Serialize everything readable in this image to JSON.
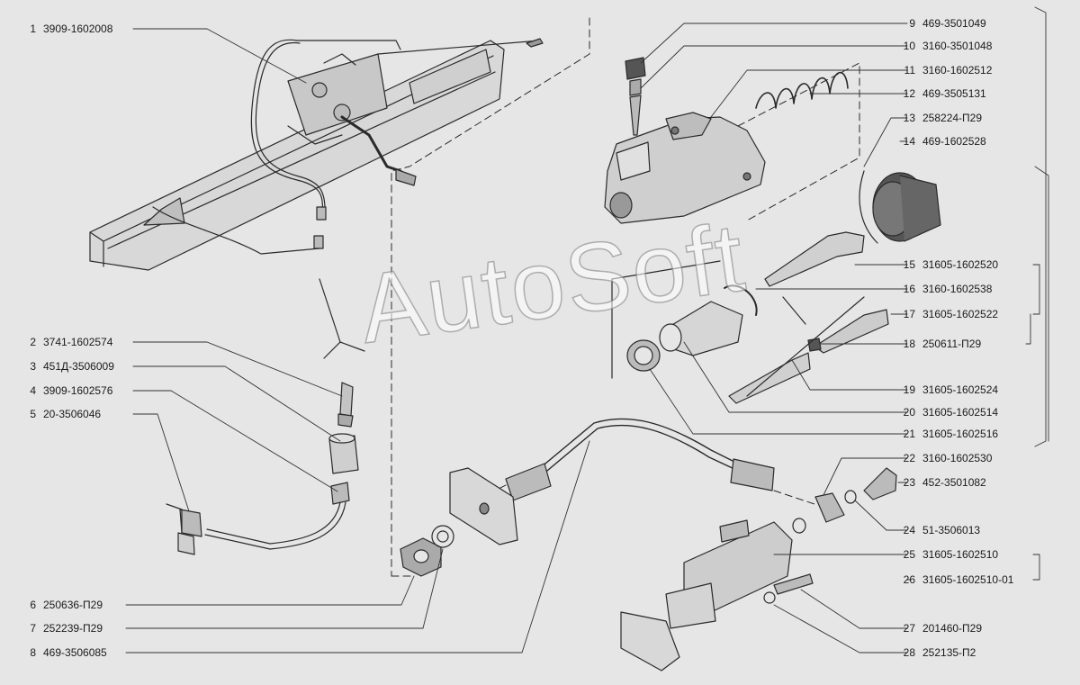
{
  "watermark": "AutoSoft",
  "parts": [
    {
      "n": "1",
      "code": "3909-1602008"
    },
    {
      "n": "2",
      "code": "3741-1602574"
    },
    {
      "n": "3",
      "code": "451Д-3506009"
    },
    {
      "n": "4",
      "code": "3909-1602576"
    },
    {
      "n": "5",
      "code": "20-3506046"
    },
    {
      "n": "6",
      "code": "250636-П29"
    },
    {
      "n": "7",
      "code": "252239-П29"
    },
    {
      "n": "8",
      "code": "469-3506085"
    },
    {
      "n": "9",
      "code": "469-3501049"
    },
    {
      "n": "10",
      "code": "3160-3501048"
    },
    {
      "n": "11",
      "code": "3160-1602512"
    },
    {
      "n": "12",
      "code": "469-3505131"
    },
    {
      "n": "13",
      "code": "258224-П29"
    },
    {
      "n": "14",
      "code": "469-1602528"
    },
    {
      "n": "15",
      "code": "31605-1602520"
    },
    {
      "n": "16",
      "code": "3160-1602538"
    },
    {
      "n": "17",
      "code": "31605-1602522"
    },
    {
      "n": "18",
      "code": "250611-П29"
    },
    {
      "n": "19",
      "code": "31605-1602524"
    },
    {
      "n": "20",
      "code": "31605-1602514"
    },
    {
      "n": "21",
      "code": "31605-1602516"
    },
    {
      "n": "22",
      "code": "3160-1602530"
    },
    {
      "n": "23",
      "code": "452-3501082"
    },
    {
      "n": "24",
      "code": "51-3506013"
    },
    {
      "n": "25",
      "code": "31605-1602510"
    },
    {
      "n": "26",
      "code": "31605-1602510-01"
    },
    {
      "n": "27",
      "code": "201460-П29"
    },
    {
      "n": "28",
      "code": "252135-П2"
    }
  ]
}
